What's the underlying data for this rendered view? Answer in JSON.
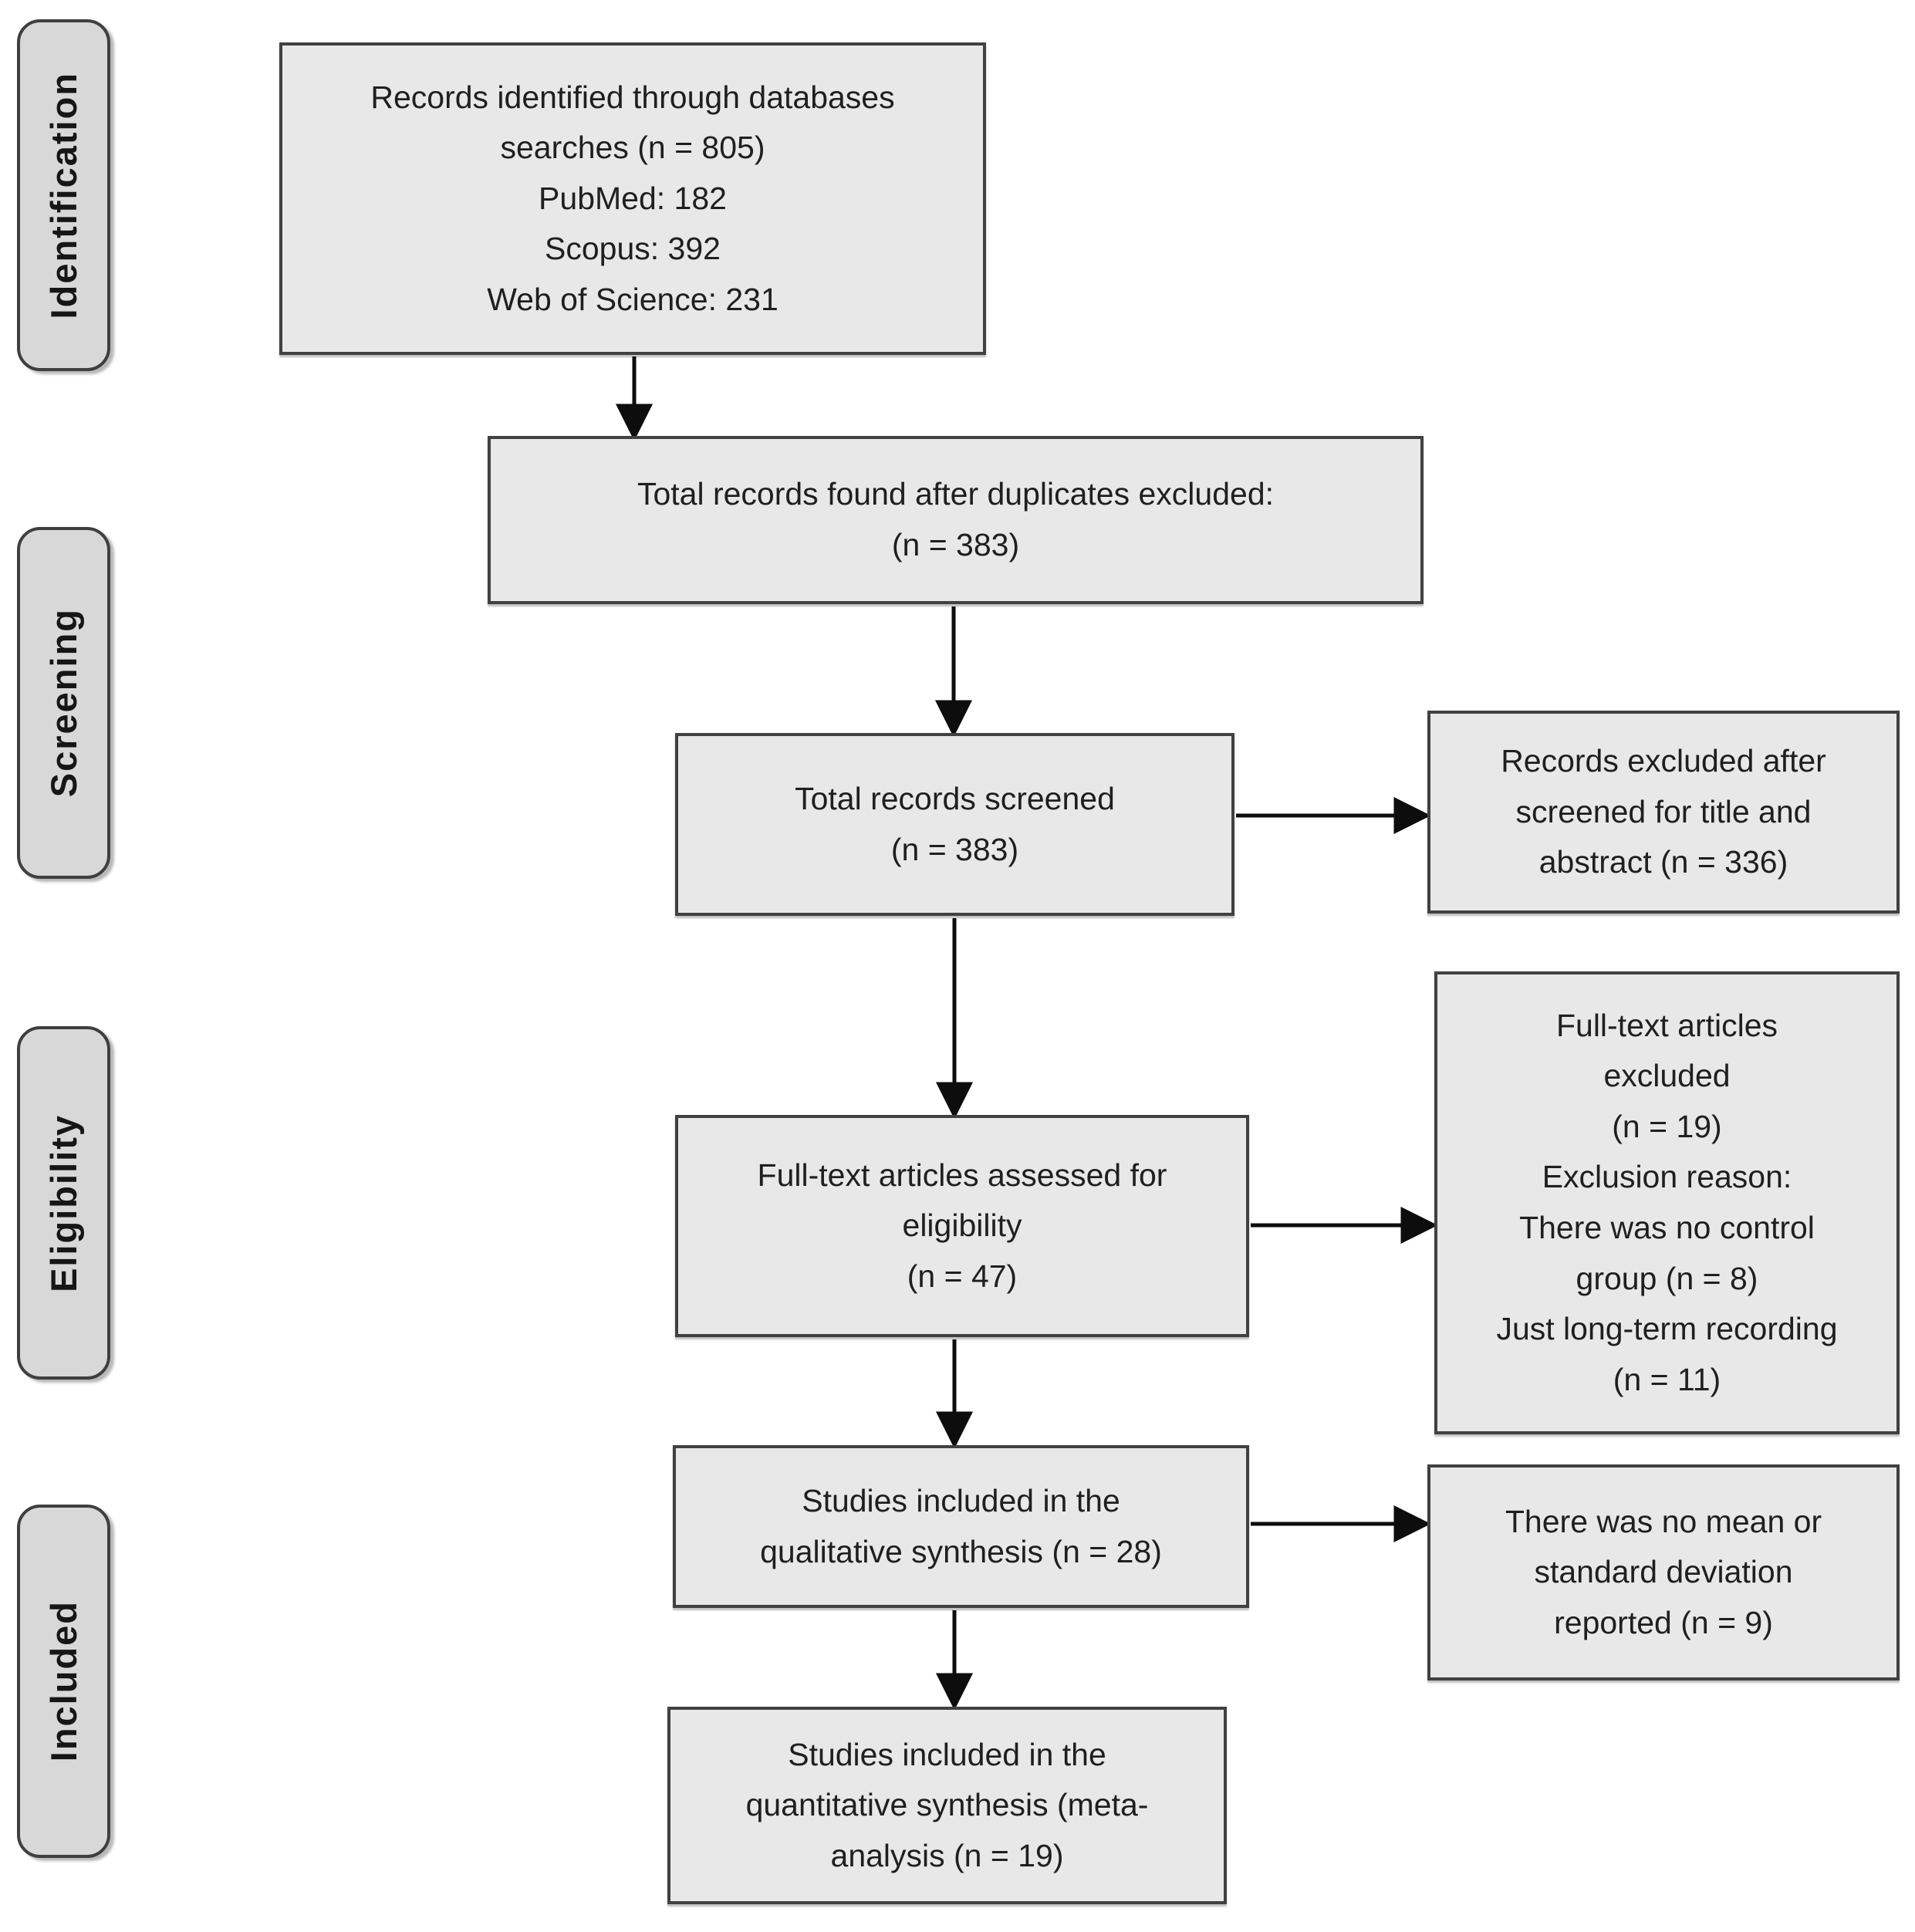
{
  "colors": {
    "box_fill": "#e8e8e8",
    "box_border": "#414141",
    "stage_fill": "#d8d8d8",
    "stage_border": "#3f3f3f",
    "arrow": "#0d0d0d",
    "text": "#1f1f1f",
    "background": "#ffffff"
  },
  "stages": {
    "identification": "Identification",
    "screening": "Screening",
    "eligibility": "Eligibility",
    "included": "Included"
  },
  "boxes": {
    "records_identified": {
      "lines": [
        "Records identified through databases",
        "searches (n = 805)",
        "PubMed: 182",
        "Scopus: 392",
        "Web of Science: 231"
      ]
    },
    "duplicates_excluded": {
      "lines": [
        "Total records found after duplicates excluded:",
        "(n = 383)"
      ]
    },
    "records_screened": {
      "lines": [
        "Total records screened",
        "(n = 383)"
      ]
    },
    "records_excluded": {
      "lines": [
        "Records excluded after",
        "screened for title and",
        "abstract (n = 336)"
      ]
    },
    "fulltext_assessed": {
      "lines": [
        "Full-text articles assessed for",
        "eligibility",
        "(n = 47)"
      ]
    },
    "fulltext_excluded": {
      "lines": [
        "Full-text articles",
        "excluded",
        "(n = 19)",
        "Exclusion reason:",
        "There was no control",
        "group (n = 8)",
        "Just long-term recording",
        "(n = 11)"
      ]
    },
    "qualitative_included": {
      "lines": [
        "Studies included in the",
        "qualitative synthesis (n = 28)"
      ]
    },
    "no_mean_sd": {
      "lines": [
        "There was no mean or",
        "standard deviation",
        "reported (n = 9)"
      ]
    },
    "quantitative_included": {
      "lines": [
        "Studies included in the",
        "quantitative synthesis (meta-",
        "analysis (n = 19)"
      ]
    }
  }
}
